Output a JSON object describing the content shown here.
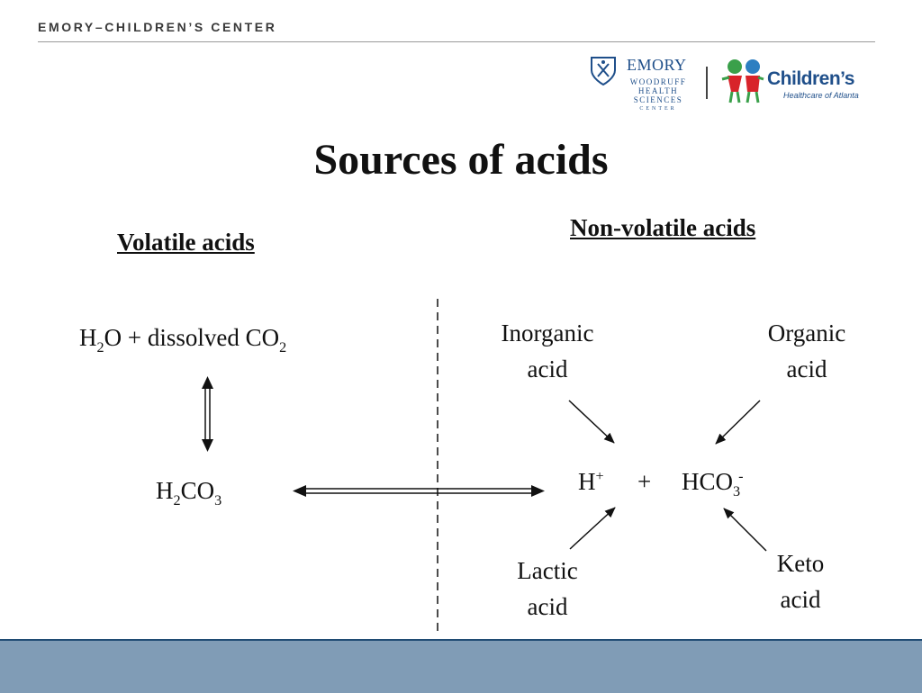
{
  "header": {
    "org_text": "EMORY–CHILDREN’S CENTER"
  },
  "logos": {
    "emory": {
      "name": "EMORY",
      "lines": [
        "WOODRUFF",
        "HEALTH",
        "SCIENCES",
        "CENTER"
      ]
    },
    "childrens": {
      "name": "Children’s",
      "sub": "Healthcare of Atlanta"
    }
  },
  "slide": {
    "title": "Sources of acids",
    "volatile_heading": "Volatile acids",
    "nonvolatile_heading": "Non-volatile acids",
    "inorganic": [
      "Inorganic",
      "acid"
    ],
    "organic": [
      "Organic",
      "acid"
    ],
    "lactic": [
      "Lactic",
      "acid"
    ],
    "keto": [
      "Keto",
      "acid"
    ],
    "eq_water_prefix": "H",
    "eq_water_sub": "2",
    "eq_water_mid": "O + dissolved CO",
    "eq_water_sub2": "2",
    "eq_carbonic_h": "H",
    "eq_carbonic_sub1": "2",
    "eq_carbonic_co": "CO",
    "eq_carbonic_sub2": "3",
    "ion_h": "H",
    "ion_h_sup": "+",
    "plus": "+",
    "ion_hco": "HCO",
    "ion_hco_sub": "3",
    "ion_hco_sup": "-"
  }
}
